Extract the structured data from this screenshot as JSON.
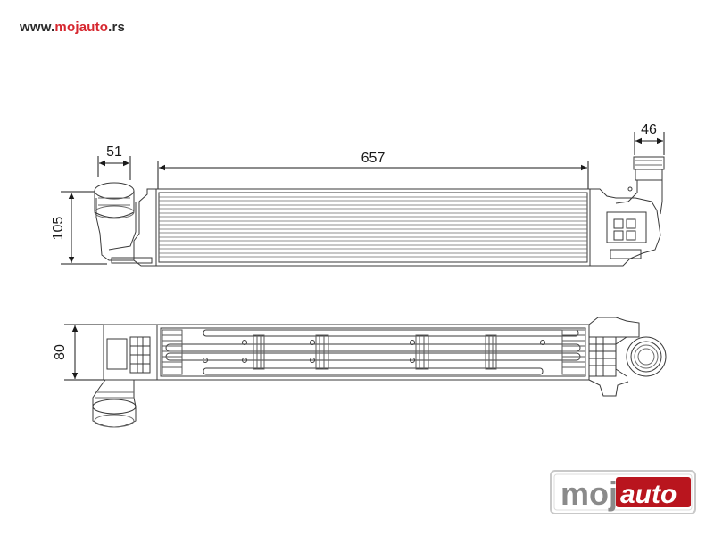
{
  "header": {
    "url_prefix": "www.",
    "url_brand": "mojauto",
    "url_suffix": ".rs"
  },
  "dimensions": {
    "inlet_width": "51",
    "core_length": "657",
    "outlet_width": "46",
    "height": "105",
    "depth": "80"
  },
  "watermark": {
    "logo_text_1": "moj",
    "logo_text_2": "auto"
  },
  "colors": {
    "brand_red": "#d6262e",
    "line": "#3a3a3a",
    "logo_gray": "#8a8a8a"
  }
}
